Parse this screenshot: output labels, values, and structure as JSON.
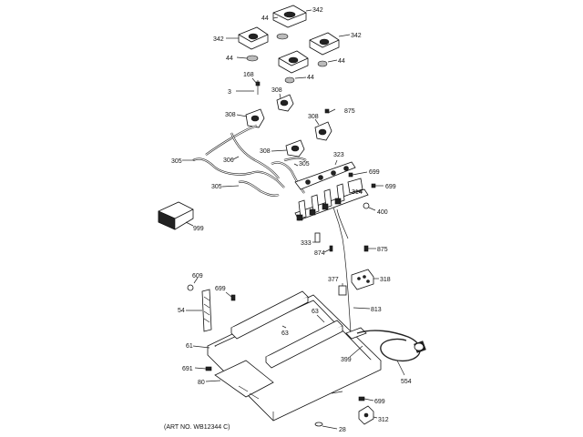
{
  "callouts": {
    "c342a": "342",
    "c342b": "342",
    "c342c": "342",
    "c44a": "44",
    "c44b": "44",
    "c44c": "44",
    "c44d": "44",
    "c168": "168",
    "c3": "3",
    "c308a": "308",
    "c308b": "308",
    "c308c": "308",
    "c308d": "308",
    "c875a": "875",
    "c875b": "875",
    "c305a": "305",
    "c305b": "305",
    "c305c": "305",
    "c306": "306",
    "c323": "323",
    "c699a": "699",
    "c699b": "699",
    "c699c": "699",
    "c699d": "699",
    "c314": "314",
    "c400": "400",
    "c999": "999",
    "c333": "333",
    "c874": "874",
    "c609": "609",
    "c377": "377",
    "c318": "318",
    "c54": "54",
    "c63a": "63",
    "c63b": "63",
    "c813": "813",
    "c61": "61",
    "c399": "399",
    "c554": "554",
    "c691": "691",
    "c80": "80",
    "c312": "312",
    "c28": "28"
  },
  "art_number": "(ART NO. WB12344 C)"
}
